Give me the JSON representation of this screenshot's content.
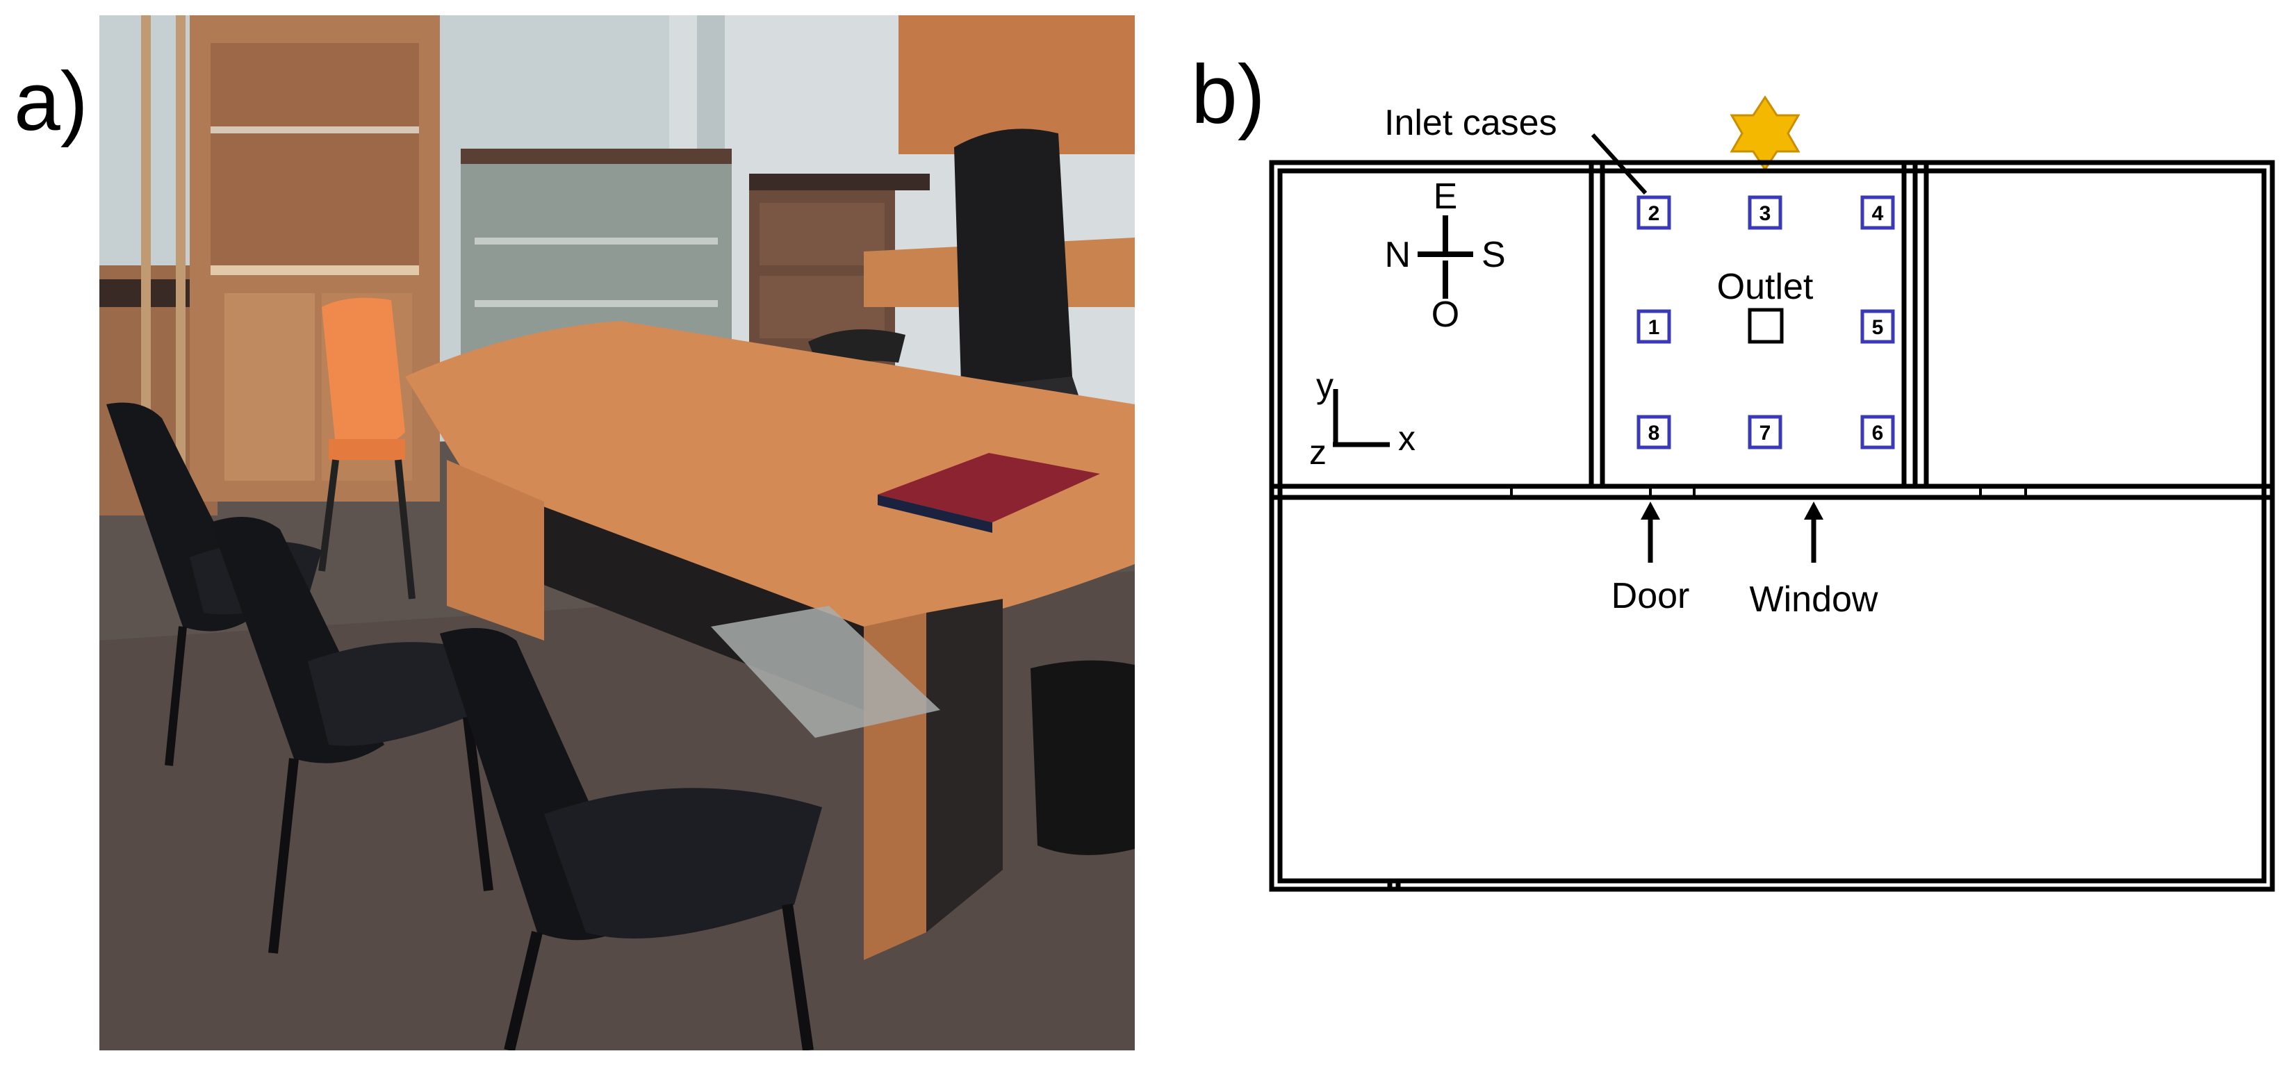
{
  "panels": {
    "a": {
      "label": "a)"
    },
    "b": {
      "label": "b)"
    }
  },
  "plan": {
    "inlet_cases_label": "Inlet cases",
    "outlet_label": "Outlet",
    "door_label": "Door",
    "window_label": "Window",
    "compass": {
      "north": "N",
      "south": "S",
      "east": "E",
      "west": "O"
    },
    "axes": {
      "x": "x",
      "y": "y",
      "z": "z"
    },
    "inlets": [
      "1",
      "2",
      "3",
      "4",
      "5",
      "6",
      "7",
      "8"
    ],
    "colors": {
      "inlet_box": "#3a3ab8",
      "sun": "#f5b800",
      "line": "#000000"
    },
    "sun_icon": "star-icon"
  }
}
